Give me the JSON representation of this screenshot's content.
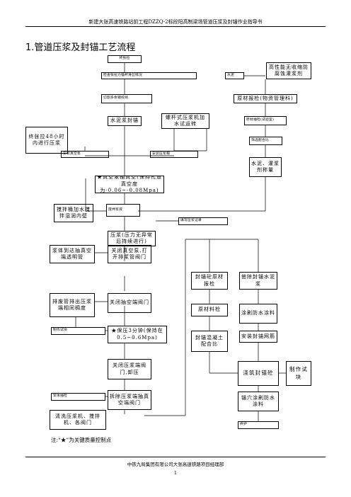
{
  "header": "新建大张高速铁路站前工程DZZQ-2标段阳高制梁场管道压浆及封锚作业指导书",
  "title": "1.管道压浆及封锚工艺流程",
  "nodes": {
    "final_tension": "终张拉",
    "check_anchor": "检查张拉力锚杯滑丝情况",
    "cement": "水泥",
    "grout_agent": "高性能无收缩防腐蚀灌浆剂",
    "cut_strand": "切割多余钢绞线",
    "material_check": "原材报检(物资管理科)",
    "seal_anchor": "水泥浆封锚",
    "screw_pump": "螺杆式压浆机加水试运转",
    "lab_inspect": "原材抽检(试验室)",
    "tension_48": "终张拉48小时内进行压浆",
    "mix_ratio": "筛选配合比",
    "install_vacuum": "安装真空泵",
    "install_grout_cap": "安装压浆帽",
    "weigh": "水泥、灌浆剂称量",
    "vacuum": "★真空泵抽真空(保持孔道真空度为-0.06~-0.08Mpa)",
    "mixer": "搅拌桶加水搅拌湿润内壁",
    "stir_slurry": "搅拌浆液",
    "grout": "压浆(压力无异常后持续进行)",
    "record": "填写压浆记录",
    "slurry_arrive": "浆体到达抽真空端透明管",
    "close_vacuum": "关闭真空泵,打开排浆管阀门",
    "discharge": "排废管排出压浆端相同稠度",
    "close_valve": "关闭抽空端阀门",
    "anchor_check": "封锚砼原材报检",
    "chisel": "凿除封锚水泥浆",
    "test_block": "制作试块",
    "hold_pressure": "★保压3分钟(保持在0.5~0.6Mpa)",
    "material_inspect": "原材料检",
    "waterproof": "涂刷防水涂料",
    "mix_concrete": "封锚混凝土配合比",
    "install_mesh": "安装封锚网筋",
    "close_inlet": "关闭压浆端阀门,卸压",
    "pour": "浇筑封锚砼",
    "make_block": "制作试块",
    "remove_valve": "拆除压浆端抽真空端阀门",
    "cure_note": "浆体抽检",
    "clean": "清洗压浆机、搅拌机、各阀门",
    "cure_coat": "锚穴涂刷防水涂料",
    "curing": "养护"
  },
  "note": "注:“★”为关键质量控制点",
  "footer": "中铁九局集团有限公司大张高速铁路项目经理部",
  "page_number": "1"
}
